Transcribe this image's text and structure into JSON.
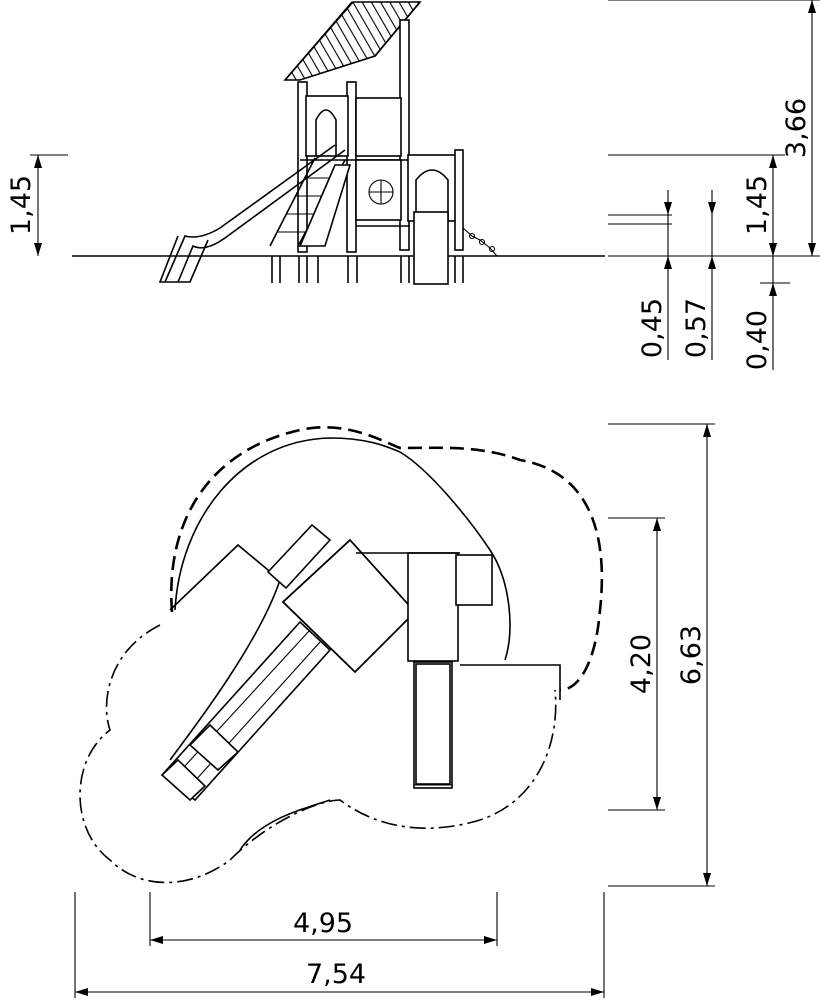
{
  "dimensions": {
    "elevation_left_height": "1,45",
    "total_height": "3,66",
    "platform_height": "1,45",
    "depth_a": "0,45",
    "depth_b": "0,57",
    "depth_c": "0,40",
    "plan_depth_inner": "4,20",
    "plan_depth_total": "6,63",
    "plan_width_inner": "4,95",
    "plan_width_total": "7,54"
  }
}
